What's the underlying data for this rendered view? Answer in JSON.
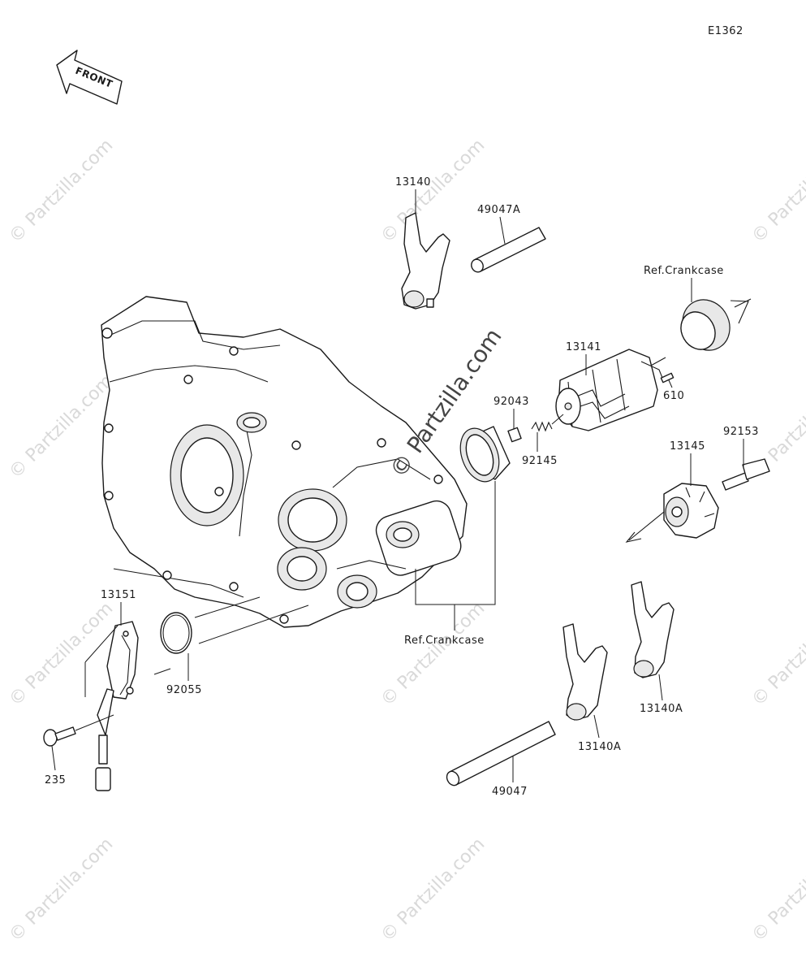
{
  "diagram": {
    "code": "E1362",
    "front_label": "FRONT",
    "watermark_text": "© Partzilla.com",
    "center_watermark": "© Partzilla.com",
    "labels": {
      "p13140": "13140",
      "p49047A": "49047A",
      "refCrank1": "Ref.Crankcase",
      "p13141": "13141",
      "p610": "610",
      "p92043": "92043",
      "p92145": "92145",
      "p92153": "92153",
      "p13145": "13145",
      "refCrank2": "Ref.Crankcase",
      "p13151": "13151",
      "p92055": "92055",
      "p235": "235",
      "p13140A_right": "13140A",
      "p13140A_left": "13140A",
      "p49047": "49047"
    }
  }
}
